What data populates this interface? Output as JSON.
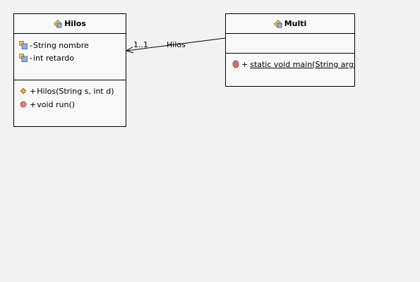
{
  "classes": {
    "hilos": {
      "name": "Hilos",
      "attributes": [
        {
          "visibility": "-",
          "text": "String nombre"
        },
        {
          "visibility": "-",
          "text": "int retardo"
        }
      ],
      "operations": [
        {
          "visibility": "+",
          "text": "Hilos(String s, int d)"
        },
        {
          "visibility": "+",
          "text": "void run()"
        }
      ]
    },
    "multi": {
      "name": "Multi",
      "operations": [
        {
          "visibility": "+",
          "text": "static void main(String args"
        }
      ]
    }
  },
  "association": {
    "name": "Hilos",
    "multiplicity": "1..1"
  },
  "colors": {
    "background": "#f2f2f2",
    "box_fill": "#f8f8f8",
    "border": "#000000",
    "constructor_icon": "#f0a040",
    "method_icon": "#e88080",
    "static_method_icon": "#d87070",
    "field_icon": "#6a8fc8"
  }
}
